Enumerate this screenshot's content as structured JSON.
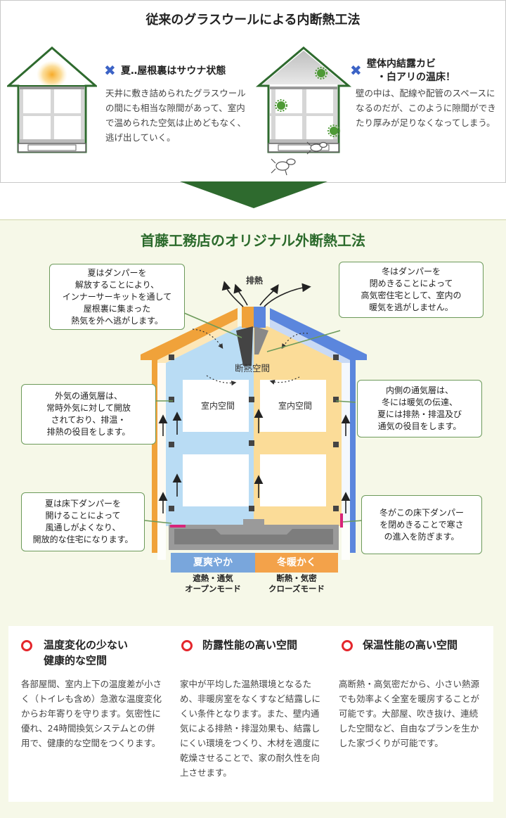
{
  "top": {
    "title": "従来のグラスウールによる内断熱工法",
    "item1": {
      "heading": "夏‥屋根裏はサウナ状態",
      "text": "天井に敷き詰められたグラスウールの間にも相当な隙間があって、室内で温められた空気は止めどもなく、逃げ出していく。"
    },
    "item2": {
      "heading_line1": "壁体内結露カビ",
      "heading_line2": "・白アリの温床！",
      "text": "壁の中は、配線や配管のスペースになるのだが、このように隙間ができたり厚みが足りなくなってしまう。"
    }
  },
  "main": {
    "title": "首藤工務店のオリジナル外断熱工法",
    "exhaust_label": "排熱",
    "insulation_space_label": "断熱空間",
    "room_left": "室内空間",
    "room_right": "室内空間",
    "callouts": {
      "top_left": "夏はダンパーを\n解放することにより、\nインナーサーキットを通して\n屋根裏に集まった\n熱気を外へ逃がします。",
      "top_right": "冬はダンパーを\n閉めきることによって\n高気密住宅として、室内の\n暖気を逃がしません。",
      "mid_left": "外気の通気層は、\n常時外気に対して開放\nされており、排温・\n排熱の役目をします。",
      "mid_right": "内側の通気層は、\n冬には暖気の伝達、\n夏には排熱・排温及び\n通気の役目をします。",
      "bottom_left": "夏は床下ダンパーを\n開けることによって\n風通しがよくなり、\n開放的な住宅になります。",
      "bottom_right": "冬がこの床下ダンパー\nを閉めきることで寒さ\nの進入を防ぎます。"
    },
    "mode_summer": "夏爽やか",
    "mode_winter": "冬暖かく",
    "mode_summer_sub": "遮熱・通気\nオープンモード",
    "mode_winter_sub": "断熱・気密\nクローズモード"
  },
  "features": [
    {
      "title": "温度変化の少ない\n健康的な空間",
      "text": "各部屋間、室内上下の温度差が小さく（トイレも含め）急激な温度変化からお年寄りを守ります。気密性に優れ、24時間換気システムとの併用で、健康的な空間をつくります。"
    },
    {
      "title": "防露性能の高い空間",
      "text": "家中が平均した温熱環境となるため、非暖房室をなくすなど結露しにくい条件となります。また、壁内通気による排熱・排湿効果も、結露しにくい環境をつくり、木材を適度に乾燥させることで、家の耐久性を向上させます。"
    },
    {
      "title": "保温性能の高い空間",
      "text": "高断熱・高気密だから、小さい熱源でも効率よく全室を暖房することが可能です。大部屋、吹き抜け、連続した空間など、自由なプランを生かした家づくりが可能です。"
    }
  ],
  "colors": {
    "green": "#2b6a2b",
    "orange": "#f0a23a",
    "blue": "#5b86dd",
    "summer_room": "#b9dcf4",
    "winter_room": "#fbdc98",
    "mode_summer": "#79a6dc",
    "mode_winter": "#f3a24a",
    "red": "#e4262c"
  },
  "icons": [
    "cross-icon",
    "mold-icon",
    "termite-icon",
    "circle-icon",
    "arrow-icon"
  ]
}
